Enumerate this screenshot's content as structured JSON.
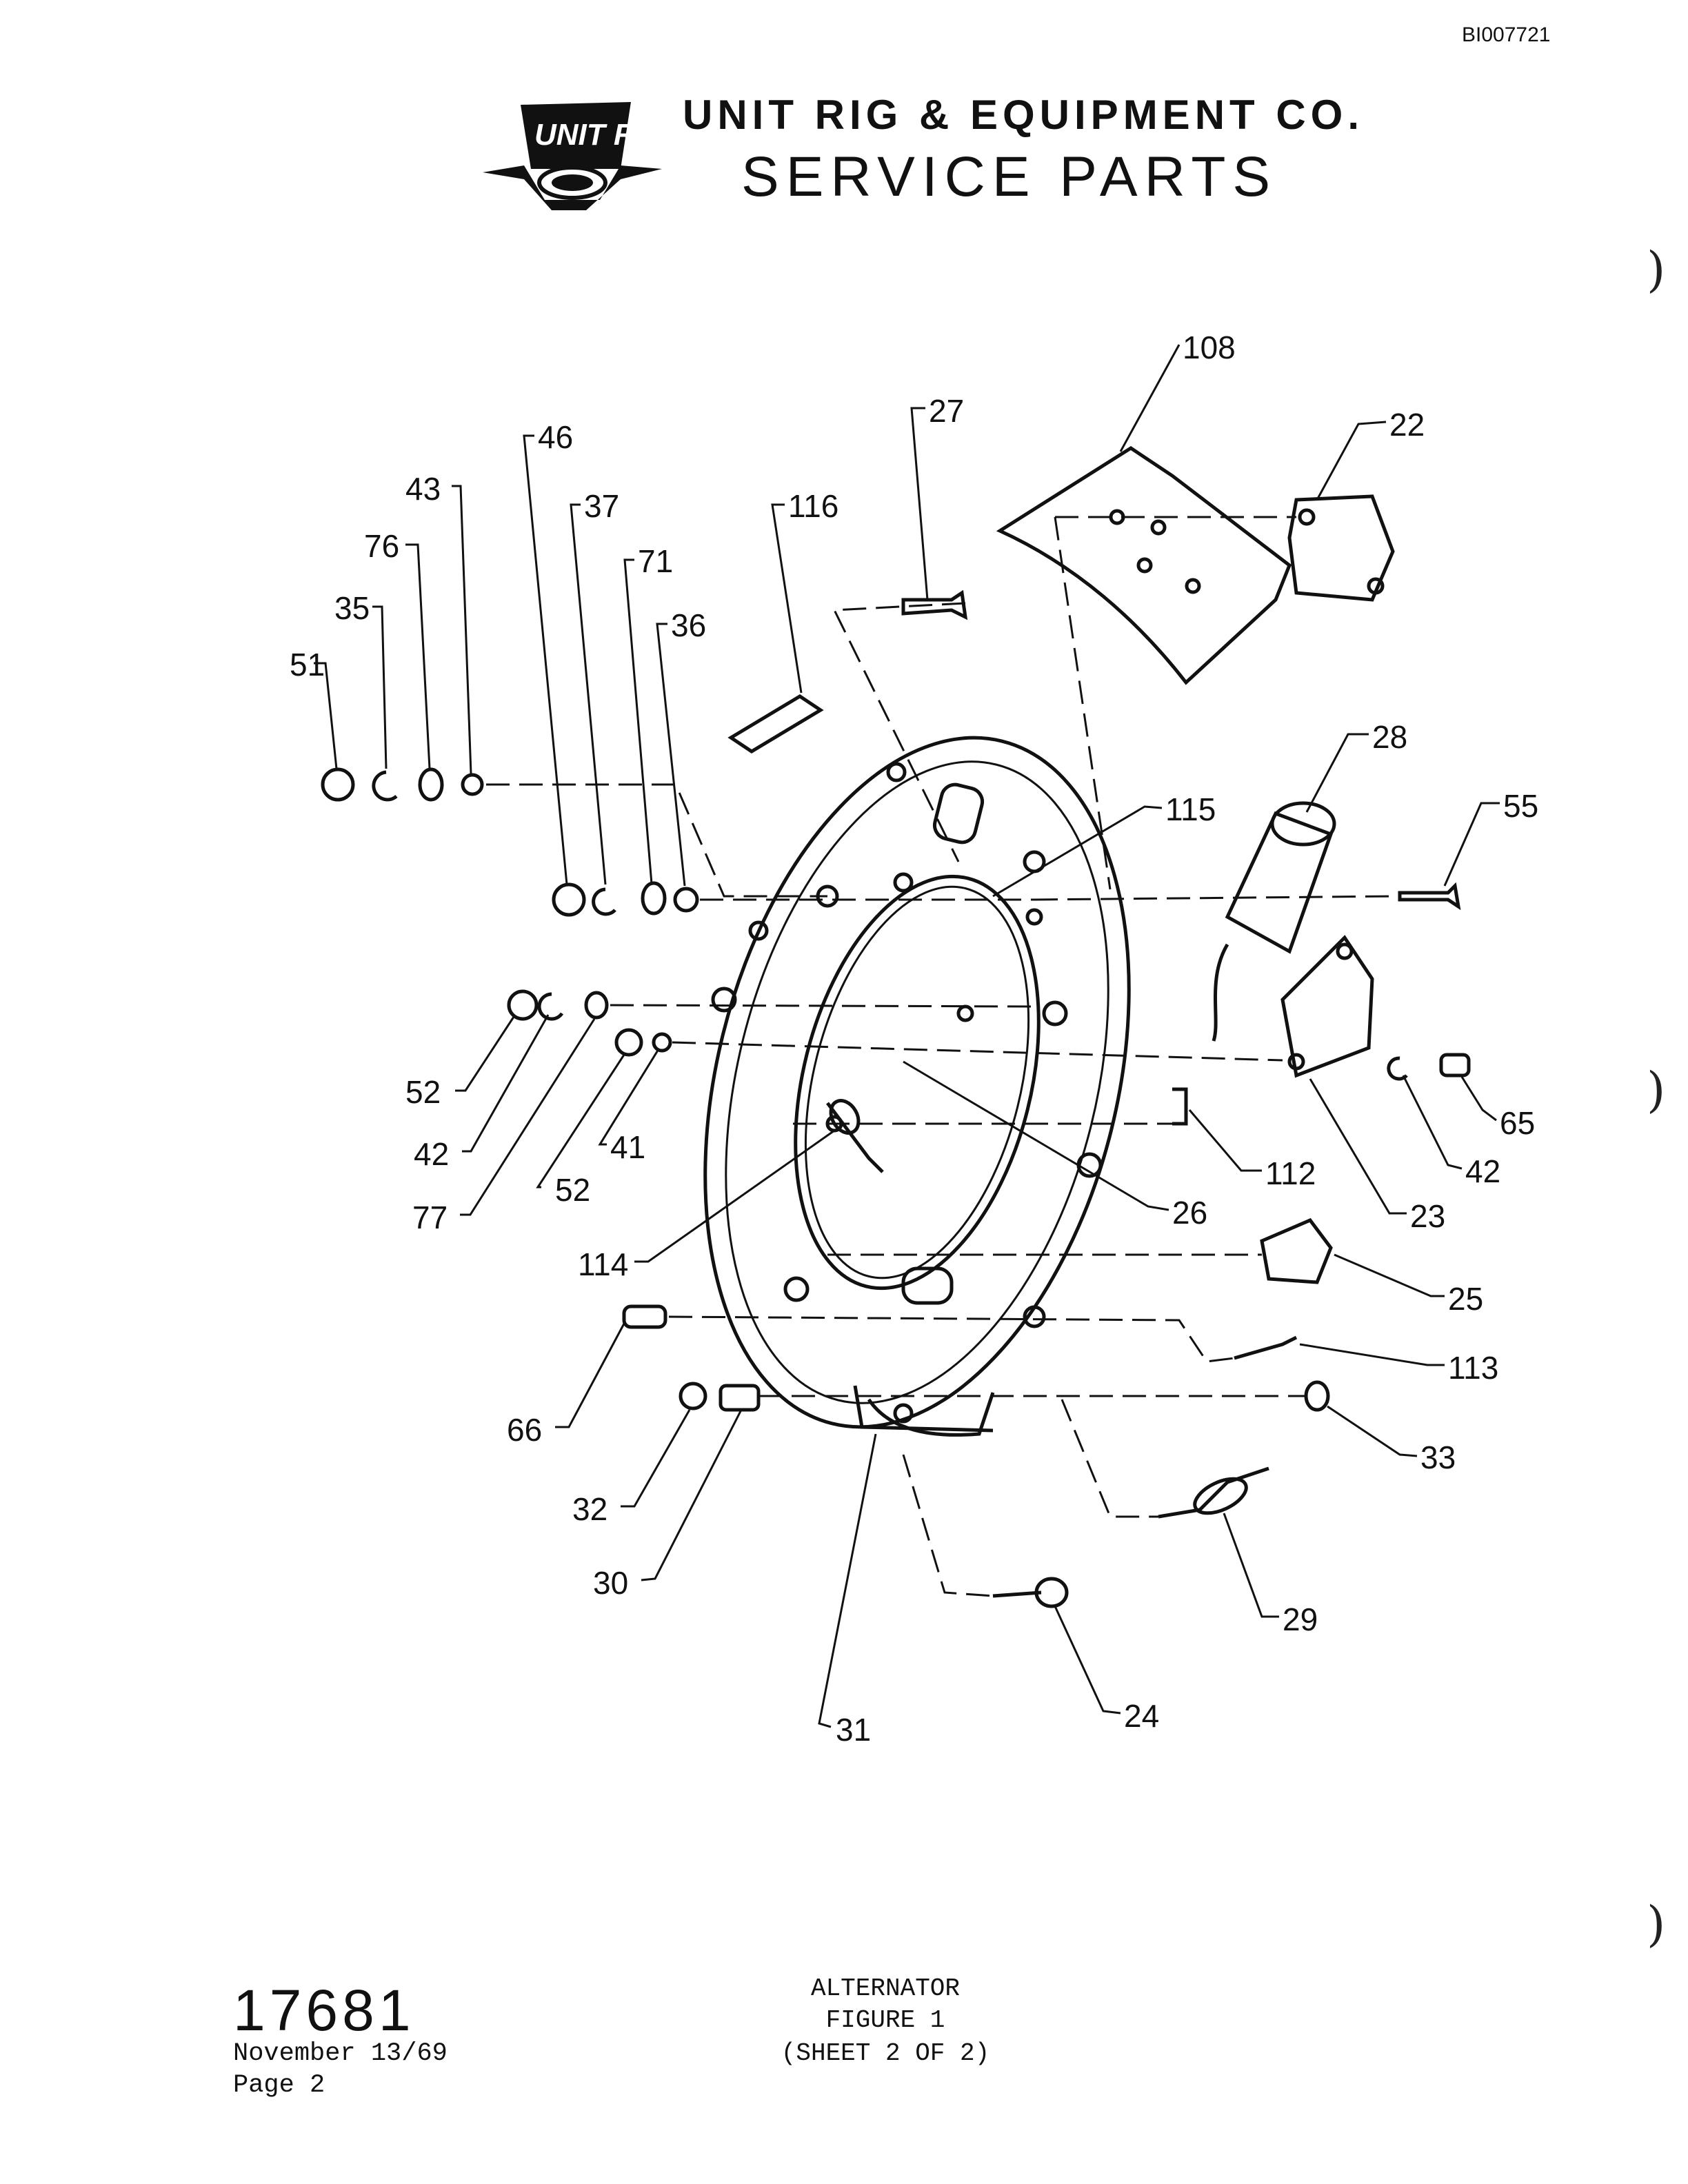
{
  "document_id": "BI007721",
  "header": {
    "logo_text": "UNIT RIG",
    "company": "UNIT RIG & EQUIPMENT CO.",
    "title": "SERVICE PARTS"
  },
  "parts": [
    {
      "id": "p108",
      "label": "108"
    },
    {
      "id": "p22",
      "label": "22"
    },
    {
      "id": "p27",
      "label": "27"
    },
    {
      "id": "p46",
      "label": "46"
    },
    {
      "id": "p43",
      "label": "43"
    },
    {
      "id": "p37",
      "label": "37"
    },
    {
      "id": "p116",
      "label": "116"
    },
    {
      "id": "p76",
      "label": "76"
    },
    {
      "id": "p71",
      "label": "71"
    },
    {
      "id": "p35",
      "label": "35"
    },
    {
      "id": "p36",
      "label": "36"
    },
    {
      "id": "p51",
      "label": "51"
    },
    {
      "id": "p28",
      "label": "28"
    },
    {
      "id": "p115",
      "label": "115"
    },
    {
      "id": "p55",
      "label": "55"
    },
    {
      "id": "p65",
      "label": "65"
    },
    {
      "id": "p52a",
      "label": "52"
    },
    {
      "id": "p42a",
      "label": "42"
    },
    {
      "id": "p41",
      "label": "41"
    },
    {
      "id": "p112",
      "label": "112"
    },
    {
      "id": "p42b",
      "label": "42"
    },
    {
      "id": "p77",
      "label": "77"
    },
    {
      "id": "p52b",
      "label": "52"
    },
    {
      "id": "p26",
      "label": "26"
    },
    {
      "id": "p23",
      "label": "23"
    },
    {
      "id": "p114",
      "label": "114"
    },
    {
      "id": "p25",
      "label": "25"
    },
    {
      "id": "p113",
      "label": "113"
    },
    {
      "id": "p66",
      "label": "66"
    },
    {
      "id": "p33",
      "label": "33"
    },
    {
      "id": "p32",
      "label": "32"
    },
    {
      "id": "p29",
      "label": "29"
    },
    {
      "id": "p30",
      "label": "30"
    },
    {
      "id": "p24",
      "label": "24"
    },
    {
      "id": "p31",
      "label": "31"
    }
  ],
  "footer": {
    "part_number": "17681",
    "date": "November 13/69",
    "page": "Page 2",
    "caption_line1": "ALTERNATOR",
    "caption_line2": "FIGURE 1",
    "caption_line3": "(SHEET 2 OF 2)"
  }
}
